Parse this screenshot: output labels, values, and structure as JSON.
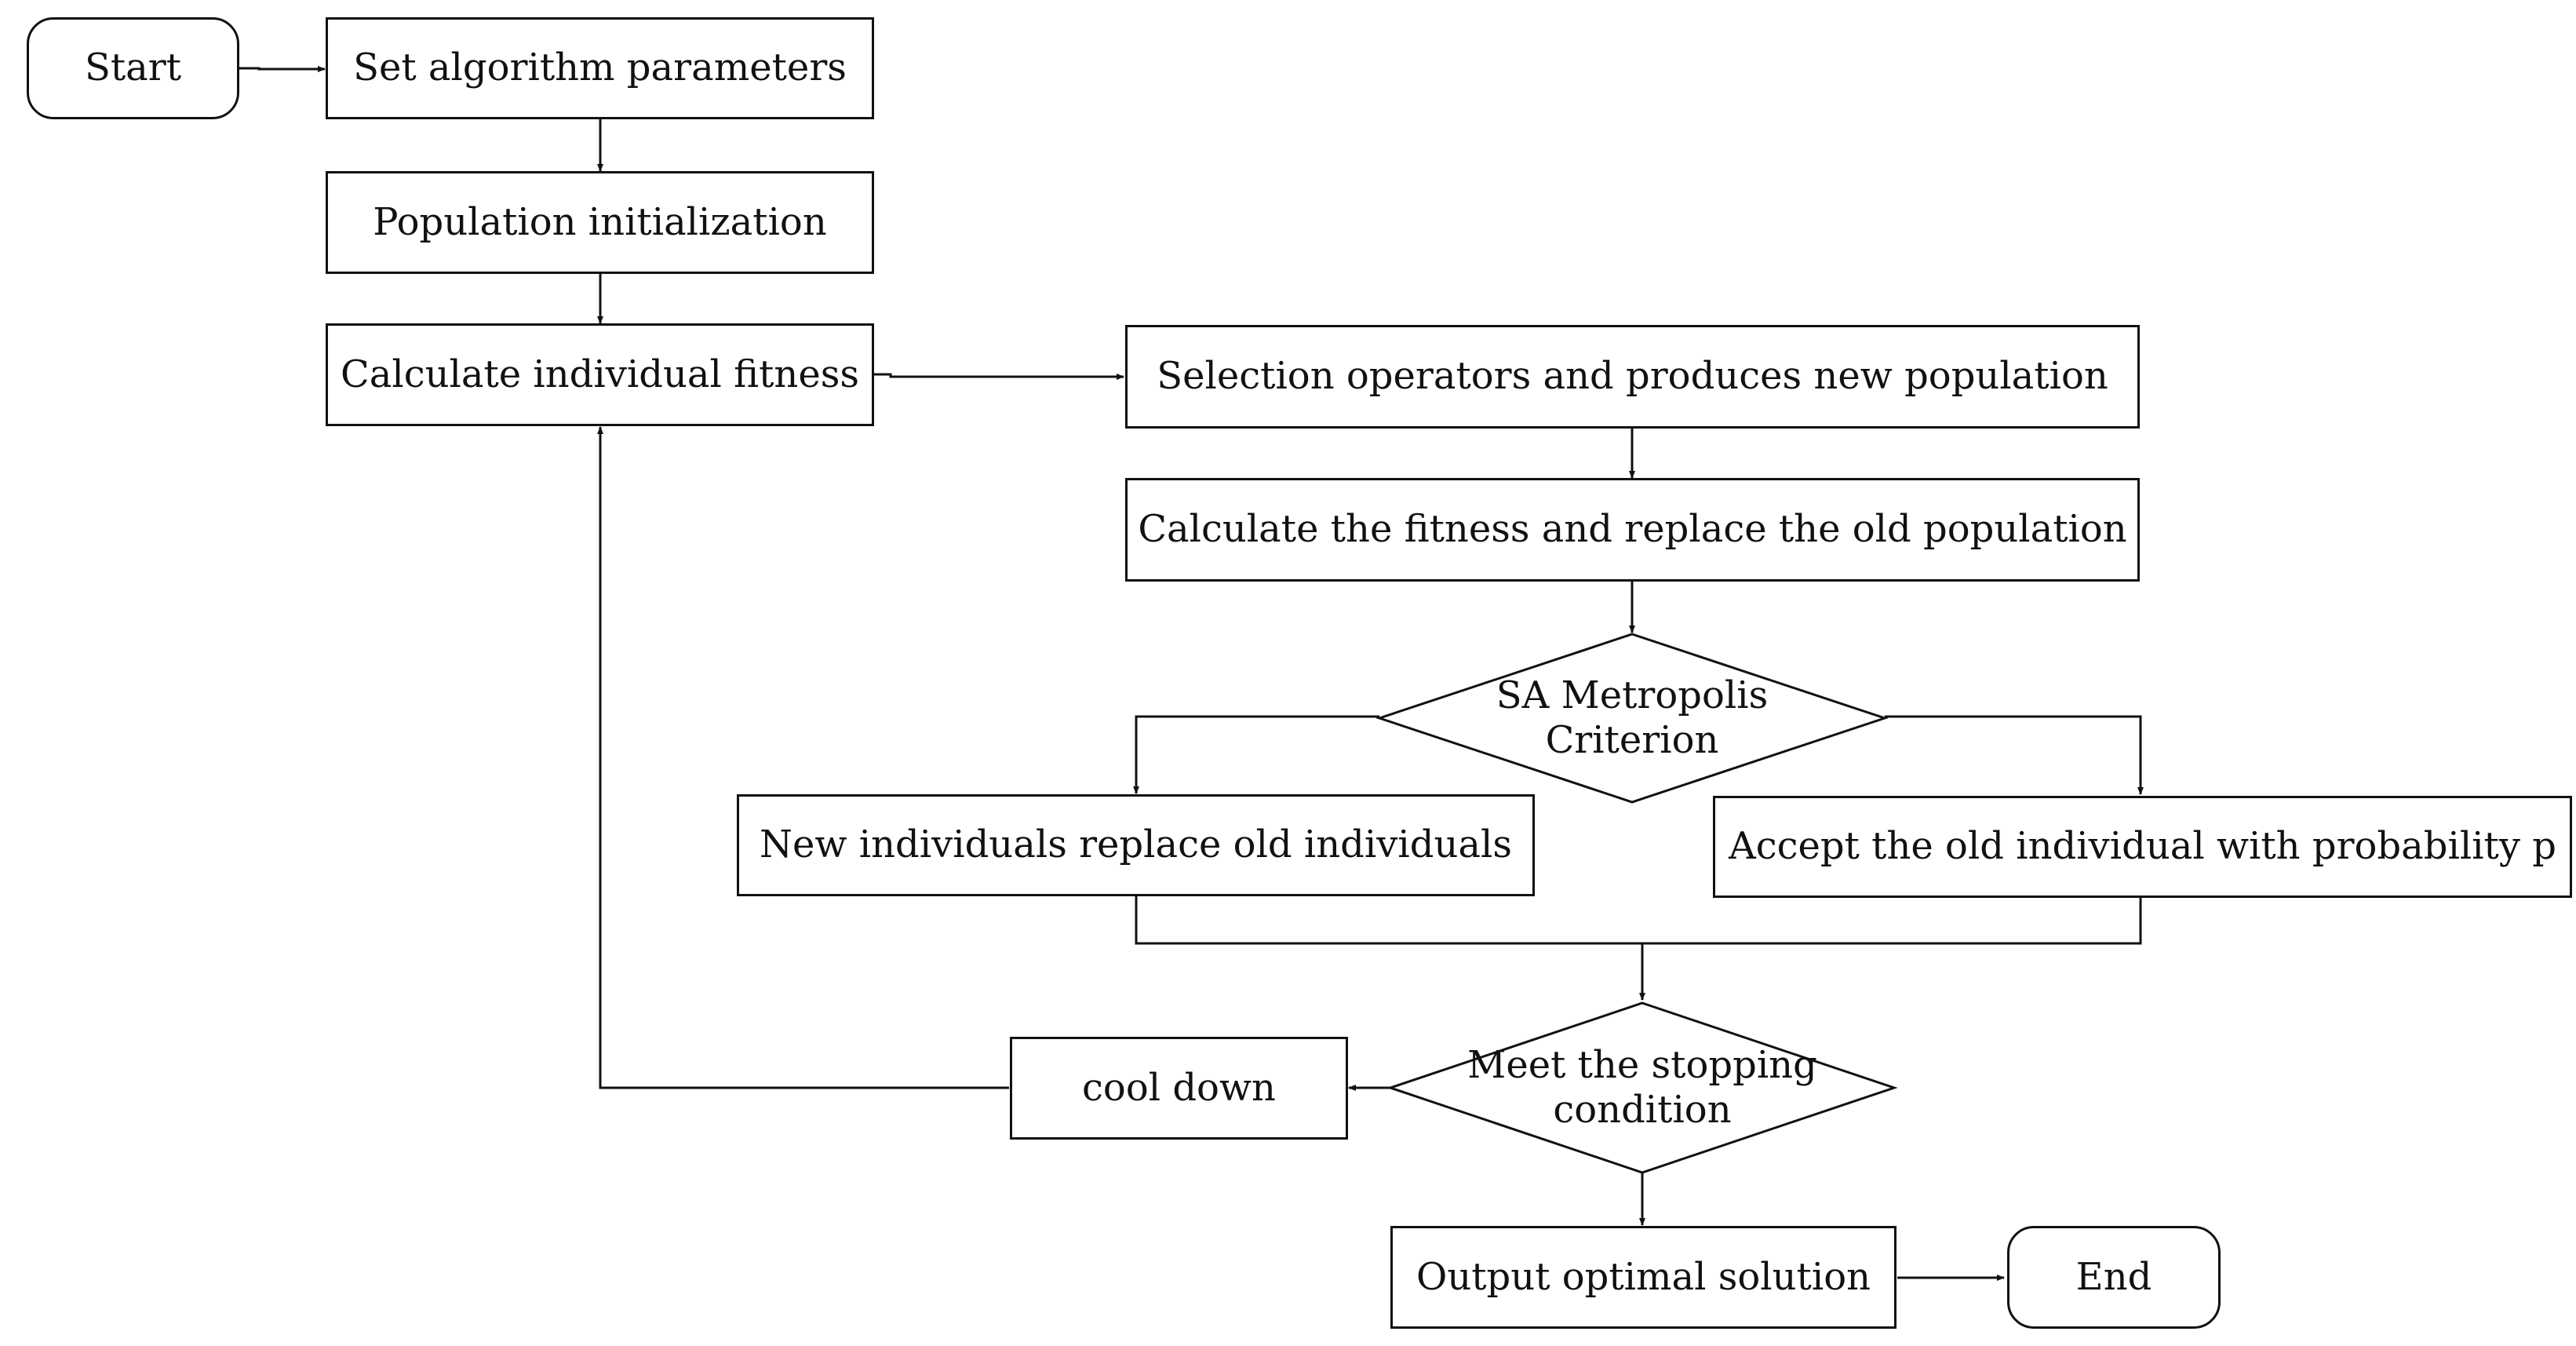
{
  "diagram": {
    "nodes": {
      "start": "Start",
      "set_params": "Set algorithm parameters",
      "pop_init": "Population initialization",
      "calc_fitness": "Calculate individual fitness",
      "selection": "Selection operators and produces new population",
      "calc_replace": "Calculate the fitness and replace the old population",
      "sa_criterion": [
        "SA Metropolis",
        "Criterion"
      ],
      "new_replace": "New individuals replace old individuals",
      "accept_old": "Accept the old individual with probability p",
      "stop_cond": [
        "Meet the stopping",
        "condition"
      ],
      "cool_down": "cool down",
      "output": "Output optimal solution",
      "end": "End"
    }
  }
}
